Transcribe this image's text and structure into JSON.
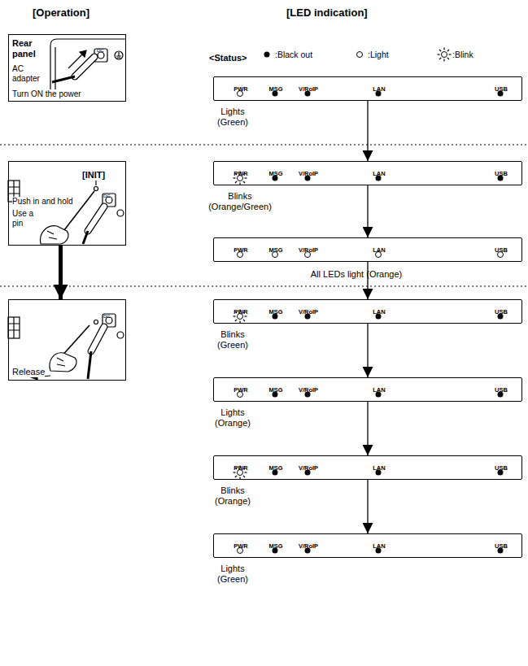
{
  "diagram": {
    "nodes": [
      {
        "text": [
          "Rear panel",
          "AC adapter",
          "Turn ON the power"
        ]
      },
      {
        "text": [
          "[INIT]",
          "Push in and hold",
          "Use a pin"
        ]
      },
      {
        "text": [
          "Release"
        ]
      },
      {
        "text": [
          "PWR",
          "MSG",
          "V/RoIP",
          "LAN",
          "USB",
          "Lights (Green)"
        ]
      },
      {
        "text": [
          "PWR",
          "MSG",
          "V/RoIP",
          "LAN",
          "USB",
          "Blinks (Orange/Green)"
        ]
      },
      {
        "text": [
          "PWR",
          "MSG",
          "V/RoIP",
          "LAN",
          "USB",
          "All LEDs light (Orange)"
        ]
      },
      {
        "text": [
          "PWR",
          "MSG",
          "V/RoIP",
          "LAN",
          "USB",
          "Blinks (Green)"
        ]
      },
      {
        "text": [
          "PWR",
          "MSG",
          "V/RoIP",
          "LAN",
          "USB",
          "Lights (Orange)"
        ]
      },
      {
        "text": [
          "PWR",
          "MSG",
          "V/RoIP",
          "LAN",
          "USB",
          "Blinks (Orange)"
        ]
      },
      {
        "text": [
          "PWR",
          "MSG",
          "V/RoIP",
          "LAN",
          "USB",
          "Lights (Green)"
        ]
      }
    ],
    "edges": [
      {
        "from": 1,
        "to": 2,
        "arrow": "to"
      },
      {
        "from": 3,
        "to": 4,
        "arrow": "to"
      },
      {
        "from": 4,
        "to": 5,
        "arrow": "to"
      },
      {
        "from": 5,
        "to": 6,
        "arrow": "to"
      },
      {
        "from": 6,
        "to": 7,
        "arrow": "to"
      },
      {
        "from": 7,
        "to": 8,
        "arrow": "to"
      },
      {
        "from": 8,
        "to": 9,
        "arrow": "to"
      }
    ],
    "labels": [
      "[Operation]",
      "[LED indication]",
      "<Status>",
      "DC",
      "DC",
      "DC"
    ],
    "legend": [
      {
        "text": ":Black out"
      },
      {
        "text": ":Light"
      },
      {
        "text": ":Blink"
      }
    ]
  }
}
